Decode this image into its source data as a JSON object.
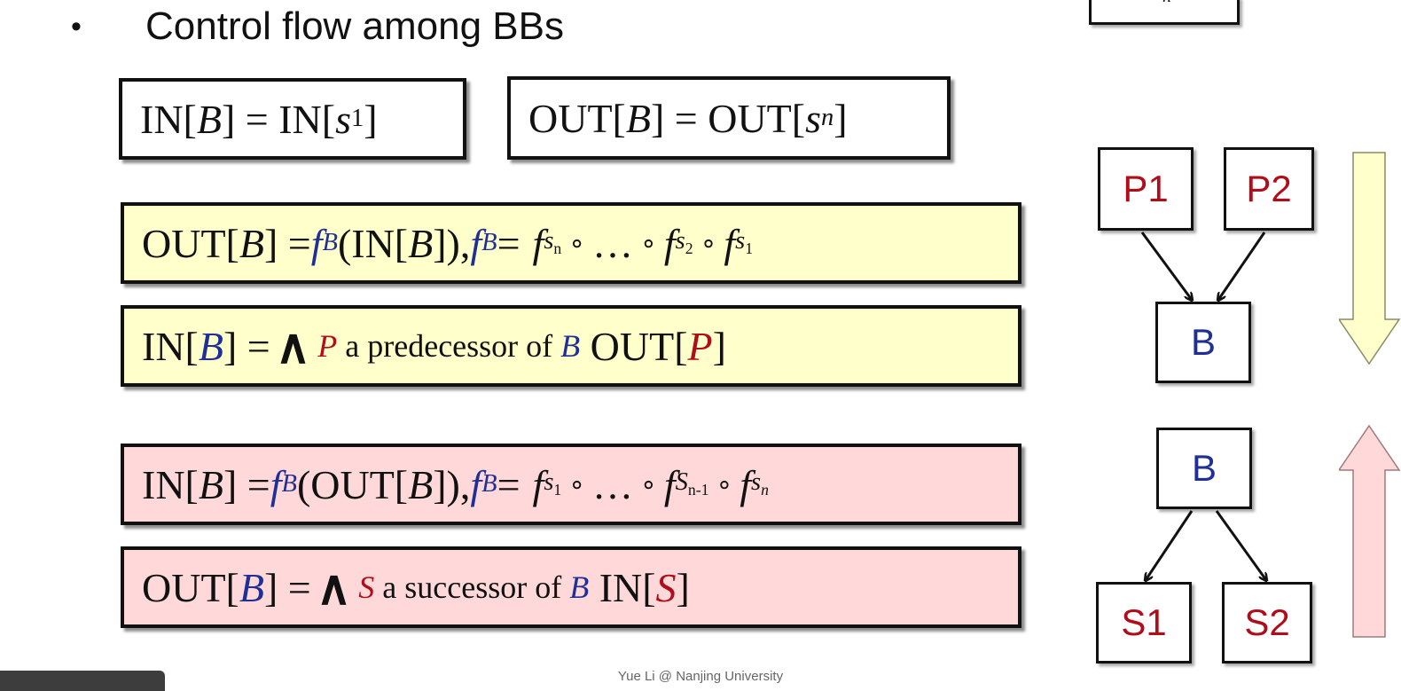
{
  "bullet": {
    "symbol": "•",
    "text": "Control flow among BBs"
  },
  "top_boxes": {
    "in_eq": {
      "lhs": "IN[",
      "B": "B",
      "mid": "] = IN[",
      "s": "s",
      "sub": "1",
      "end": "]"
    },
    "out_eq": {
      "lhs": "OUT[",
      "B": "B",
      "mid": "] = OUT[",
      "s": "s",
      "sub": "n",
      "end": "]"
    }
  },
  "forward": {
    "transfer": {
      "p1": "OUT[",
      "B1": "B",
      "p2": "] = ",
      "f": "f",
      "fsub": "B",
      "p3": "(IN[",
      "B2": "B",
      "p4": "]), ",
      "f2": "f",
      "f2sub": "B",
      "eq": " = ",
      "fa": "f",
      "fa_s": "s",
      "fa_sub": "n",
      "compose": "∘",
      "dots": "…",
      "fb": "f",
      "fb_s": "s",
      "fb_sub": "2",
      "fc": "f",
      "fc_s": "s",
      "fc_sub": "1"
    },
    "meet": {
      "p1": "IN[",
      "B": "B",
      "p2": "] = ",
      "wedge": "∧",
      "P": "P",
      "text": " a predecessor of ",
      "B2": "B",
      "p3": " OUT[",
      "P2": "P",
      "p4": "]"
    }
  },
  "backward": {
    "transfer": {
      "p1": "IN[",
      "B1": "B",
      "p2": "] = ",
      "f": "f",
      "fsub": "B",
      "p3": "(OUT[",
      "B2": "B",
      "p4": "]), ",
      "f2": "f",
      "f2sub": "B",
      "eq": " = ",
      "fa": "f",
      "fa_s": "s",
      "fa_sub": "1",
      "compose": "∘",
      "dots": "…",
      "fb": "f",
      "fb_s": "S",
      "fb_sub": "n-1",
      "fc": "f",
      "fc_s": "s",
      "fc_sub": "n"
    },
    "meet": {
      "p1": "OUT[",
      "B": "B",
      "p2": "] = ",
      "wedge": "∧",
      "S": "S",
      "text": " a successor of ",
      "B2": "B",
      "p3": " IN[",
      "S2": "S",
      "p4": "]"
    }
  },
  "diagram_forward": {
    "p1": "P1",
    "p2": "P2",
    "b": "B"
  },
  "diagram_backward": {
    "b": "B",
    "s1": "S1",
    "s2": "S2"
  },
  "top_partial_box_label": "n",
  "colors": {
    "blue": "#1f2f96",
    "red": "#b00d1a",
    "yellow_fill": "#ffffcc",
    "pink_fill": "#ffd9d9",
    "arrow_yellow": "#ffffcc",
    "arrow_pink": "#ffd9d9"
  },
  "footer": "Yue Li @ Nanjing University"
}
